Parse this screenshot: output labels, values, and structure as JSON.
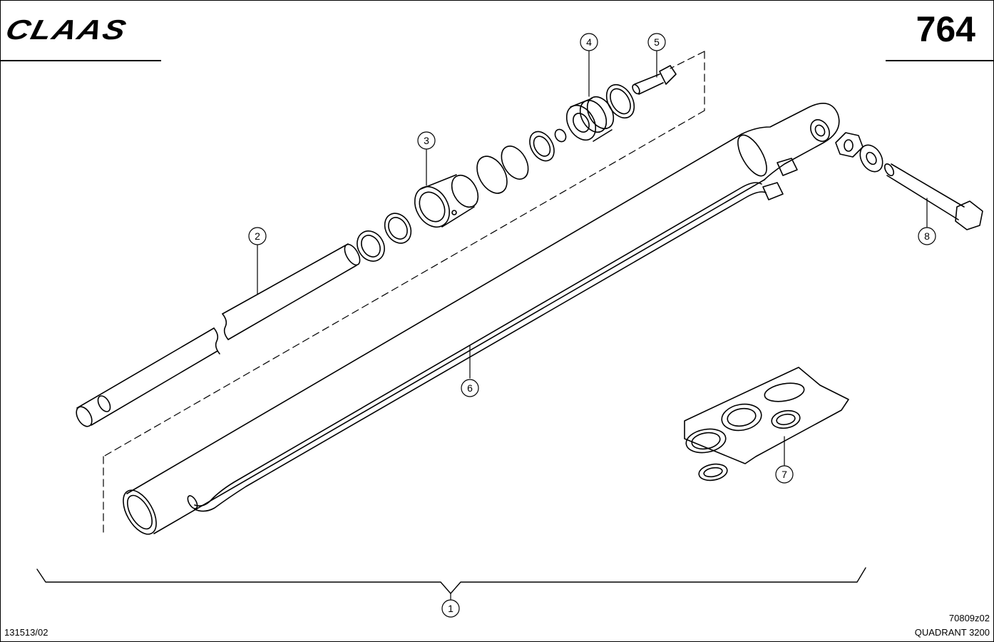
{
  "header": {
    "brand": "CLAAS",
    "page_number": "764"
  },
  "footer": {
    "doc_number": "131513/02",
    "drawing_code": "70809z02",
    "model": "QUADRANT 3200"
  },
  "callouts": [
    "1",
    "2",
    "3",
    "4",
    "5",
    "6",
    "7",
    "8"
  ]
}
